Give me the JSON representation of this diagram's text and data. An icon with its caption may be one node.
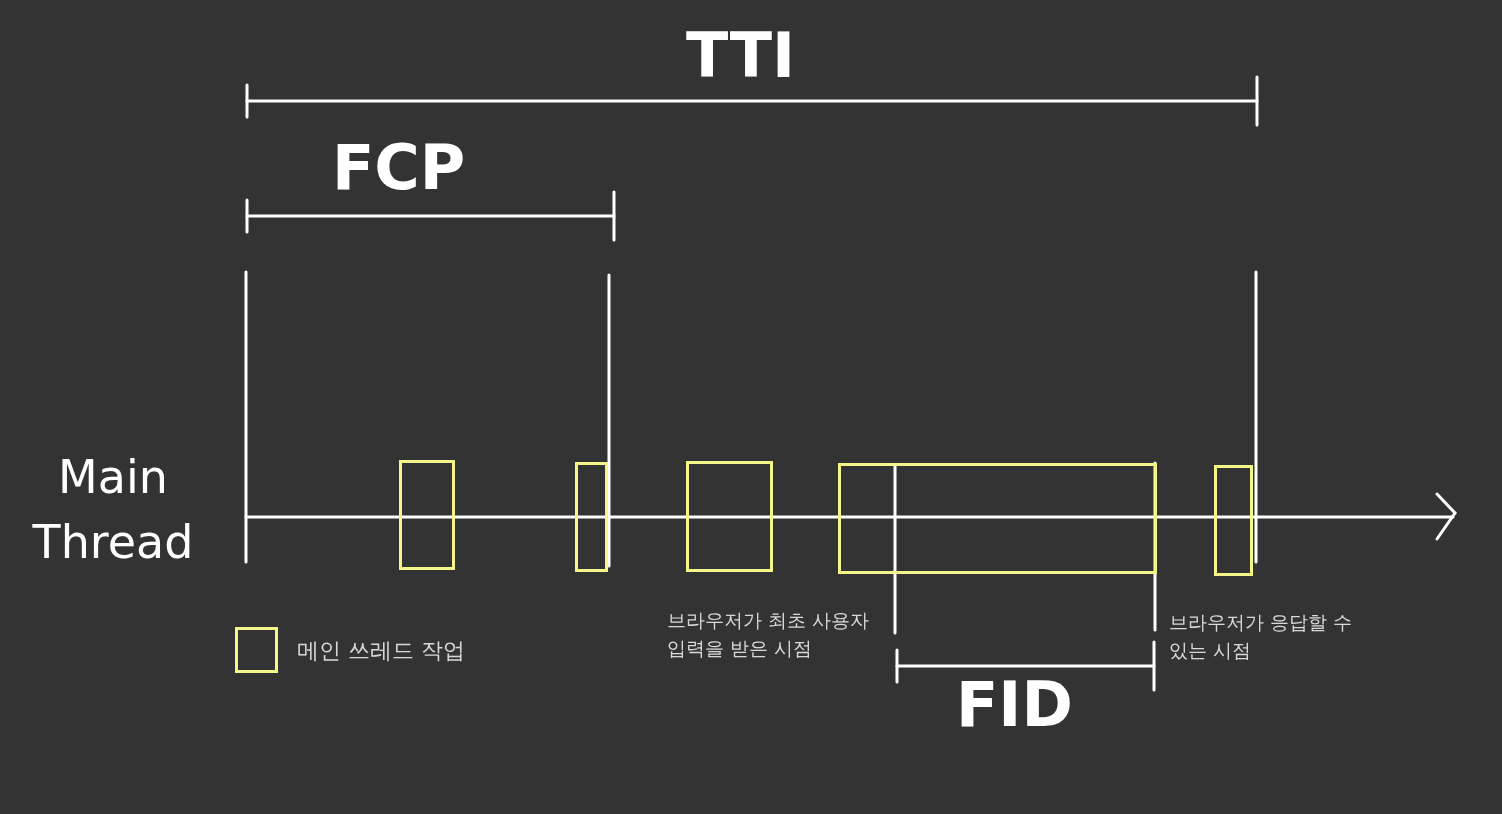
{
  "diagram": {
    "nodes": [
      {
        "text": [],
        "shape": "box"
      },
      {
        "text": [],
        "shape": "box"
      },
      {
        "text": [],
        "shape": "box"
      },
      {
        "text": [],
        "shape": "box"
      },
      {
        "text": [],
        "shape": "box"
      }
    ],
    "labels": [
      "TTI",
      "FCP",
      "Main Thread",
      "브라우저가 최초 사용자 입력을 받은 시점",
      "브라우저가 응답할 수 있는 시점",
      "FID"
    ],
    "legend": [
      {
        "text": "메인 쓰레드 작업"
      }
    ]
  }
}
